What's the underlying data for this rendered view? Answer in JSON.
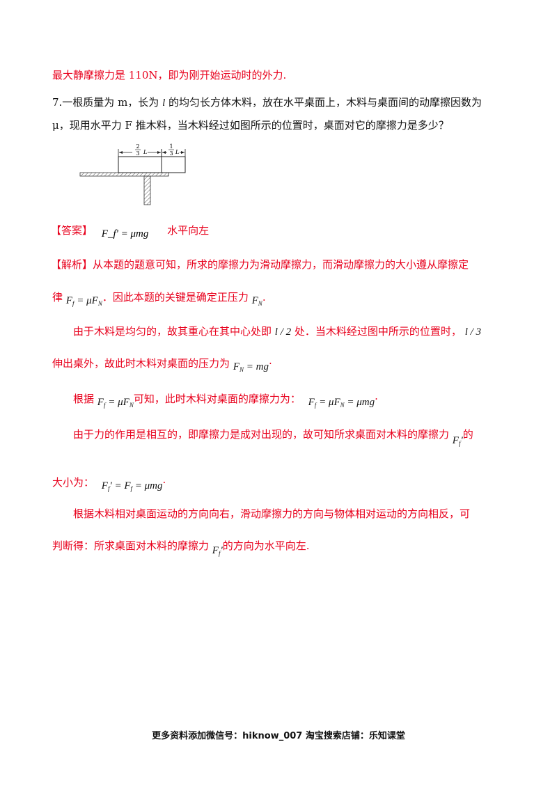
{
  "prev_answer": "最大静摩擦力是 110N，即为刚开始运动时的外力.",
  "question": {
    "line1_a": "7.一根质量为 m，长为 ",
    "line1_l": "l",
    "line1_b": " 的均匀长方体木料，放在水平桌面上，木料与桌面间的动摩擦因数为",
    "line2": "μ，现用水平力 F 推木料，当木料经过如图所示的位置时，桌面对它的摩擦力是多少？"
  },
  "figure": {
    "left_label_num": "2",
    "left_label_den": "3",
    "right_label_num": "1",
    "right_label_den": "3",
    "unit": "L"
  },
  "answer": {
    "label": "【答案】",
    "formula": "F_f' = μmg",
    "direction": "水平向左"
  },
  "analysis": {
    "label": "【解析】",
    "p1_text": "从本题的题意可知，所求的摩擦力为滑动摩擦力，而滑动摩擦力的大小遵从摩擦定",
    "p1b_a": "律",
    "p1b_b": "．因此本题的关键是确定正压力",
    "p2_a": "由于木料是均匀的，故其重心在其中心处即",
    "p2_half": "l / 2",
    "p2_b": "处．当木料经过图中所示的位置时，",
    "p2_third": "l / 3",
    "p2c": "伸出桌外，故此时木料对桌面的压力为",
    "p3_a": "根据",
    "p3_b": "可知，此时木料对桌面的摩擦力为：",
    "p4": "由于力的作用是相互的，即摩擦力是成对出现的，故可知所求桌面对木料的摩擦力",
    "p4_end": "的",
    "p4b": "大小为：",
    "p5": "根据木料相对桌面运动的方向向右，滑动摩擦力的方向与物体相对运动的方向相反，可",
    "p5b_a": "判断得：所求桌面对木料的摩擦力",
    "p5b_b": "的方向为水平向左."
  },
  "footer": "更多资料添加微信号：hiknow_007 淘宝搜索店铺：乐知课堂"
}
